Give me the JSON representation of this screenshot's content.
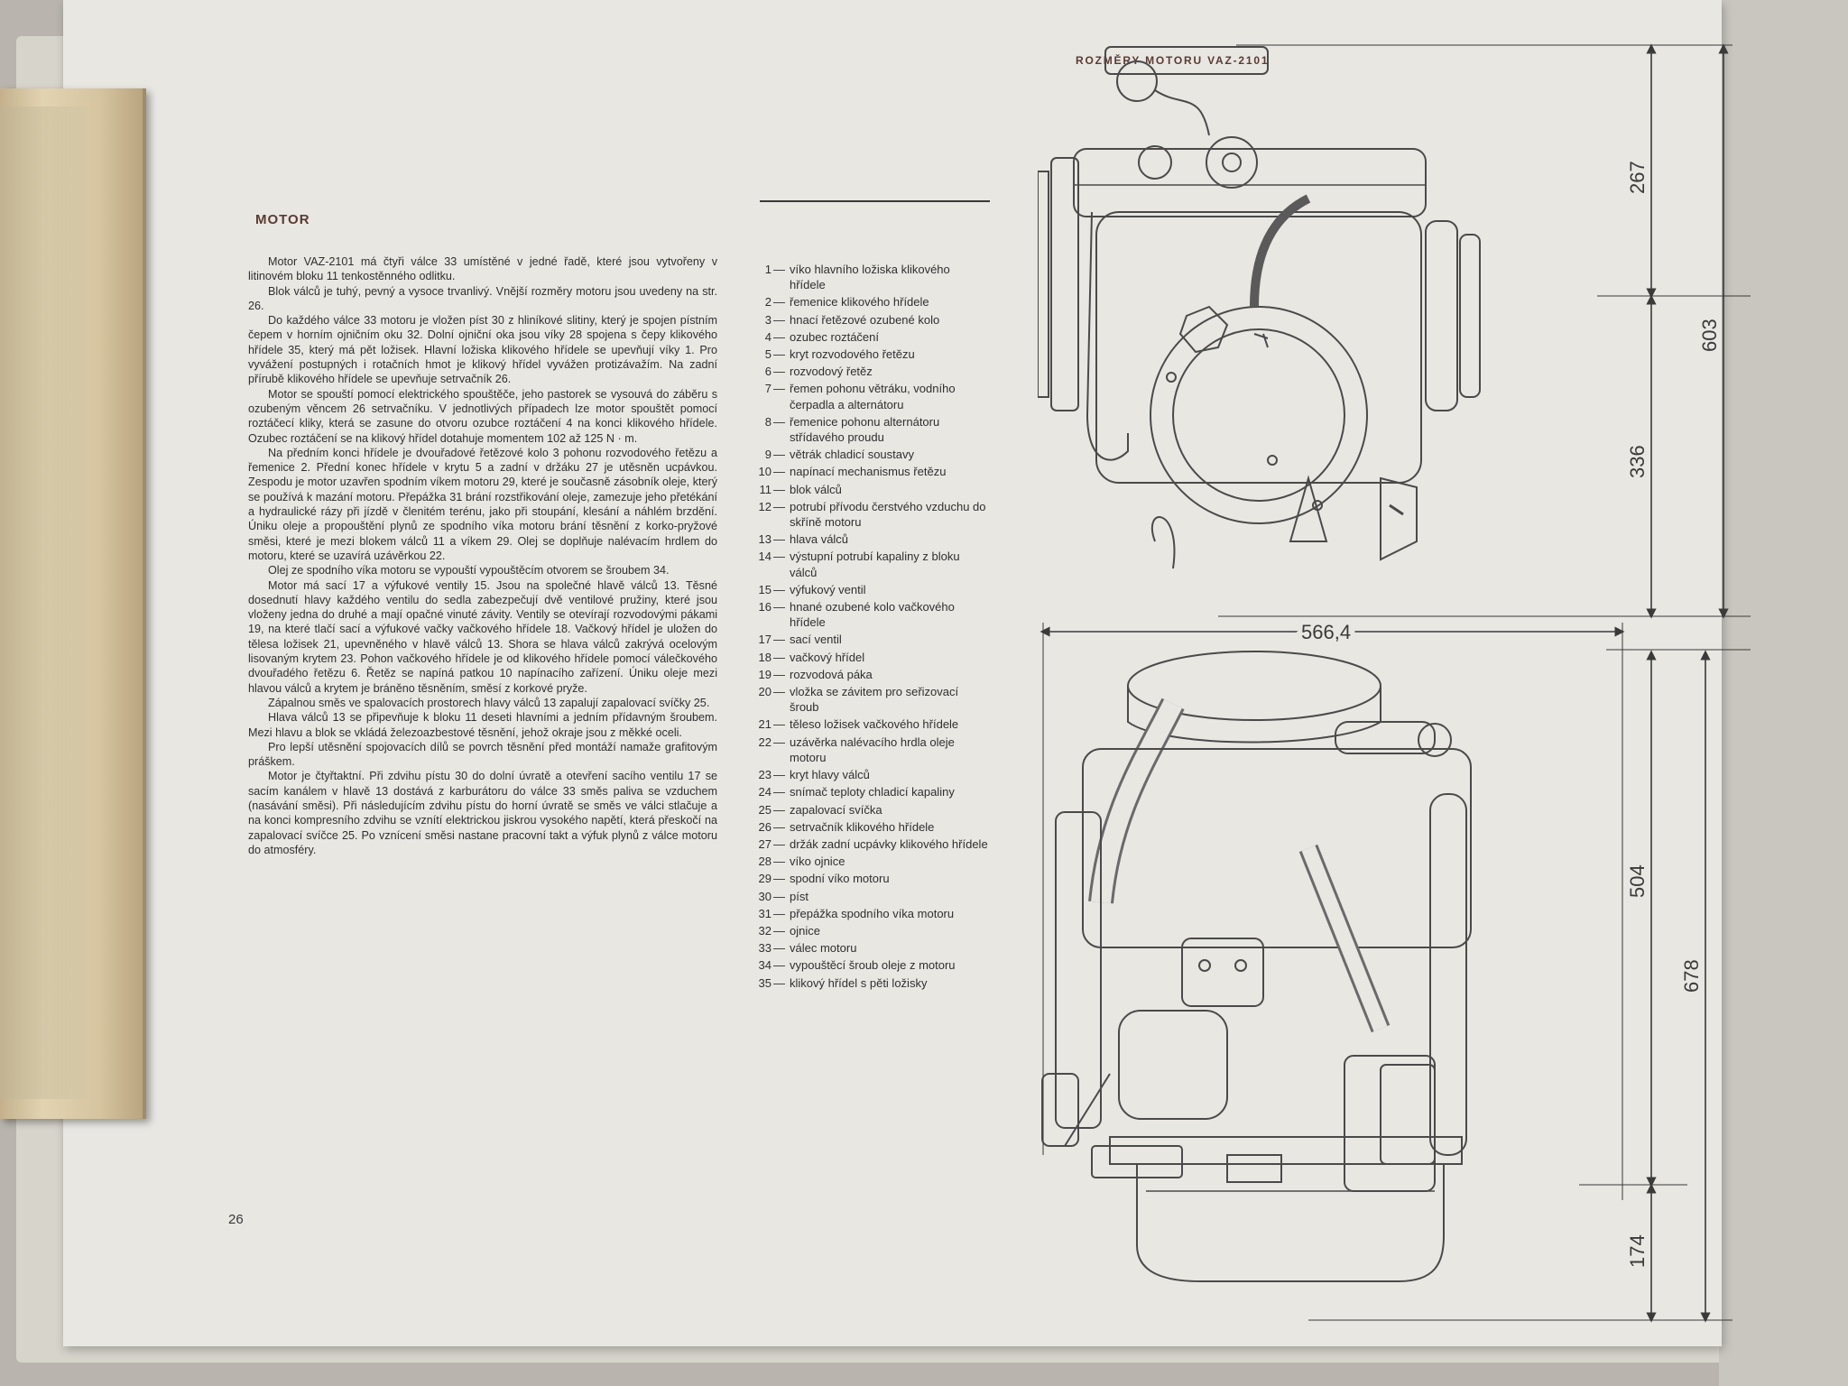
{
  "document": {
    "title": "MOTOR",
    "page_number": "26",
    "paragraphs": [
      "Motor VAZ-2101 má čtyři válce 33 umístěné v jedné řadě, které jsou vytvořeny v litinovém bloku 11 tenkostěnného odlitku.",
      "Blok válců je tuhý, pevný a vysoce trvanlivý. Vnější rozměry motoru jsou uvedeny na str. 26.",
      "Do každého válce 33 motoru je vložen píst 30 z hliníkové slitiny, který je spojen pístním čepem v horním ojničním oku 32. Dolní ojniční oka jsou víky 28 spojena s čepy klikového hřídele 35, který má pět ložisek. Hlavní ložiska klikového hřídele se upevňují víky 1. Pro vyvážení postupných i rotačních hmot je klikový hřídel vyvážen protizávažím. Na zadní přírubě klikového hřídele se upevňuje setrvačník 26.",
      "Motor se spouští pomocí elektrického spouštěče, jeho pastorek se vysouvá do záběru s ozubeným věncem 26 setrvačníku. V jednotlivých případech lze motor spouštět pomocí roztáčecí kliky, která se zasune do otvoru ozubce roztáčení 4 na konci klikového hřídele. Ozubec roztáčení se na klikový hřídel dotahuje momentem 102 až 125 N · m.",
      "Na předním konci hřídele je dvouřadové řetězové kolo 3 pohonu rozvodového řetězu a řemenice 2. Přední konec hřídele v krytu 5 a zadní v držáku 27 je utěsněn ucpávkou. Zespodu je motor uzavřen spodním víkem motoru 29, které je současně zásobník oleje, který se používá k mazání motoru. Přepážka 31 brání rozstřikování oleje, zamezuje jeho přetékání a hydraulické rázy při jízdě v členitém terénu, jako při stoupání, klesání a náhlém brzdění. Úniku oleje a propouštění plynů ze spodního víka motoru brání těsnění z korko-pryžové směsi, které je mezi blokem válců 11 a víkem 29. Olej se doplňuje nalévacím hrdlem do motoru, které se uzavírá uzávěrkou 22.",
      "Olej ze spodního víka motoru se vypouští vypouštěcím otvorem se šroubem 34.",
      "Motor má sací 17 a výfukové ventily 15. Jsou na společné hlavě válců 13. Těsné dosednutí hlavy každého ventilu do sedla zabezpečují dvě ventilové pružiny, které jsou vloženy jedna do druhé a mají opačné vinuté závity. Ventily se otevírají rozvodovými pákami 19, na které tlačí sací a výfukové vačky vačkového hřídele 18. Vačkový hřídel je uložen do tělesa ložisek 21, upevněného v hlavě válců 13. Shora se hlava válců zakrývá ocelovým lisovaným krytem 23. Pohon vačkového hřídele je od klikového hřídele pomocí válečkového dvouřadého řetězu 6. Řetěz se napíná patkou 10 napínacího zařízení. Úniku oleje mezi hlavou válců a krytem je bráněno těsněním, směsí z korkové pryže.",
      "Zápalnou směs ve spalovacích prostorech hlavy válců 13 zapalují zapalovací svíčky 25.",
      "Hlava válců 13 se připevňuje k bloku 11 deseti hlavními a jedním přídavným šroubem. Mezi hlavu a blok se vkládá železoazbestové těsnění, jehož okraje jsou z měkké oceli.",
      "Pro lepší utěsnění spojovacích dílů se povrch těsnění před montáží namaže grafitovým práškem.",
      "Motor je čtyřtaktní. Při zdvihu pístu 30 do dolní úvratě a otevření sacího ventilu 17 se sacím kanálem v hlavě 13 dostává z karburátoru do válce 33 směs paliva se vzduchem (nasávání směsi). Při následujícím zdvihu pístu do horní úvratě se směs ve válci stlačuje a na konci kompresního zdvihu se vznítí elektrickou jiskrou vysokého napětí, která přeskočí na zapalovací svíčce 25. Po vznícení směsi nastane pracovní takt a výfuk plynů z válce motoru do atmosféry."
    ]
  },
  "legend": [
    {
      "num": "1",
      "text": "víko hlavního ložiska klikového hřídele"
    },
    {
      "num": "2",
      "text": "řemenice klikového hřídele"
    },
    {
      "num": "3",
      "text": "hnací řetězové ozubené kolo"
    },
    {
      "num": "4",
      "text": "ozubec roztáčení"
    },
    {
      "num": "5",
      "text": "kryt rozvodového řetězu"
    },
    {
      "num": "6",
      "text": "rozvodový řetěz"
    },
    {
      "num": "7",
      "text": "řemen pohonu větráku, vodního čerpadla a alternátoru"
    },
    {
      "num": "8",
      "text": "řemenice pohonu alternátoru střídavého proudu"
    },
    {
      "num": "9",
      "text": "větrák chladicí soustavy"
    },
    {
      "num": "10",
      "text": "napínací mechanismus řetězu"
    },
    {
      "num": "11",
      "text": "blok válců"
    },
    {
      "num": "12",
      "text": "potrubí přívodu čerstvého vzduchu do skříně motoru"
    },
    {
      "num": "13",
      "text": "hlava válců"
    },
    {
      "num": "14",
      "text": "výstupní potrubí kapaliny z bloku válců"
    },
    {
      "num": "15",
      "text": "výfukový ventil"
    },
    {
      "num": "16",
      "text": "hnané ozubené kolo vačkového hřídele"
    },
    {
      "num": "17",
      "text": "sací ventil"
    },
    {
      "num": "18",
      "text": "vačkový hřídel"
    },
    {
      "num": "19",
      "text": "rozvodová páka"
    },
    {
      "num": "20",
      "text": "vložka se závitem pro seřizovací šroub"
    },
    {
      "num": "21",
      "text": "těleso ložisek vačkového hřídele"
    },
    {
      "num": "22",
      "text": "uzávěrka nalévacího hrdla oleje motoru"
    },
    {
      "num": "23",
      "text": "kryt hlavy válců"
    },
    {
      "num": "24",
      "text": "snímač teploty chladicí kapaliny"
    },
    {
      "num": "25",
      "text": "zapalovací svíčka"
    },
    {
      "num": "26",
      "text": "setrvačník klikového hřídele"
    },
    {
      "num": "27",
      "text": "držák zadní ucpávky klikového hřídele"
    },
    {
      "num": "28",
      "text": "víko ojnice"
    },
    {
      "num": "29",
      "text": "spodní víko motoru"
    },
    {
      "num": "30",
      "text": "píst"
    },
    {
      "num": "31",
      "text": "přepážka spodního víka motoru"
    },
    {
      "num": "32",
      "text": "ojnice"
    },
    {
      "num": "33",
      "text": "válec motoru"
    },
    {
      "num": "34",
      "text": "vypouštěcí šroub oleje z motoru"
    },
    {
      "num": "35",
      "text": "klikový hřídel s pěti ložisky"
    }
  ],
  "drawing": {
    "title": "ROZMĚRY MOTORU VAZ-2101",
    "dimensions": {
      "d267": "267",
      "d603": "603",
      "d336": "336",
      "d566": "566,4",
      "d504": "504",
      "d678": "678",
      "d174": "174"
    }
  }
}
